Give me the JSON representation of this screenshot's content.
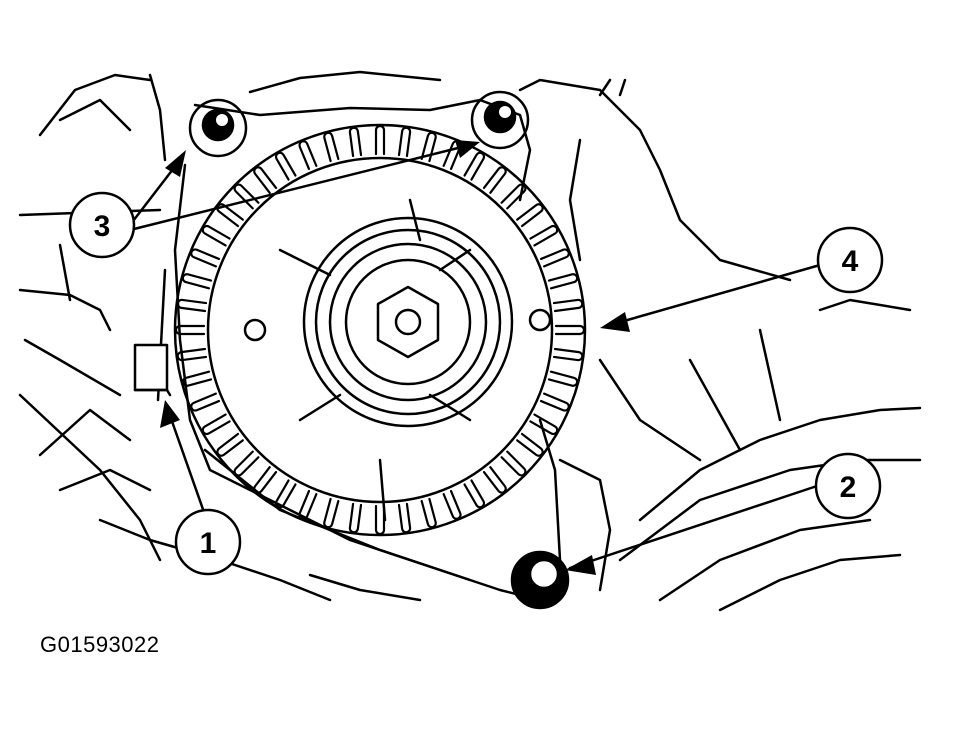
{
  "figure": {
    "code": "G01593022",
    "callouts": [
      {
        "id": "1",
        "label": "1"
      },
      {
        "id": "2",
        "label": "2"
      },
      {
        "id": "3",
        "label": "3"
      },
      {
        "id": "4",
        "label": "4"
      }
    ]
  },
  "colors": {
    "line": "#000000",
    "background": "#ffffff"
  }
}
